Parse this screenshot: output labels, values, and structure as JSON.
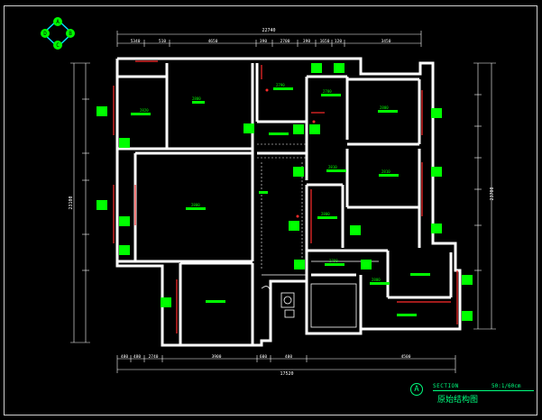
{
  "plan": {
    "top_total": "22740",
    "top_segments": [
      "5340",
      "510",
      "4650",
      "390",
      "2700",
      "390",
      "1650",
      "120",
      "3450"
    ],
    "bottom_total": "17520",
    "bottom_segments": [
      "480",
      "480",
      "2740",
      "3900",
      "600",
      "400",
      "4500"
    ],
    "left_total": "23100",
    "right_total": "23700",
    "rooms": [
      {
        "id": "r1",
        "label": "2820"
      },
      {
        "id": "r2",
        "label": "2800"
      },
      {
        "id": "r3",
        "label": "2790"
      },
      {
        "id": "r4",
        "label": "2780"
      },
      {
        "id": "r5",
        "label": "2800"
      },
      {
        "id": "r6",
        "label": "2800"
      },
      {
        "id": "r7",
        "label": "2810"
      },
      {
        "id": "r8",
        "label": "2810"
      },
      {
        "id": "r9",
        "label": "2800"
      },
      {
        "id": "r10",
        "label": "2790"
      },
      {
        "id": "r11",
        "label": "2800"
      }
    ]
  },
  "title_block": {
    "circle_letter": "A",
    "section": "SECTION",
    "scale": "50:1/60cm",
    "title": "原始结构图"
  },
  "compass_letters": [
    "A",
    "B",
    "C",
    "D"
  ],
  "colors": {
    "background": "#000000",
    "wall": "#ffffff",
    "dimension": "#ffffff",
    "marker": "#00ff00",
    "door": "#ff2a2a",
    "text_accent": "#00ff7f"
  }
}
